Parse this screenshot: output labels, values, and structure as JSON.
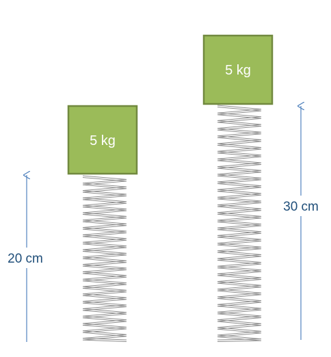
{
  "left_setup": {
    "mass_label": "5 kg",
    "height_label": "20 cm"
  },
  "right_setup": {
    "mass_label": "5 kg",
    "height_label": "30 cm"
  },
  "colors": {
    "mass_fill": "#9bbb59",
    "mass_border": "#71893f",
    "arrow": "#4f81bd",
    "label_text": "#1f4e79",
    "spring": "#8c8c8c"
  }
}
